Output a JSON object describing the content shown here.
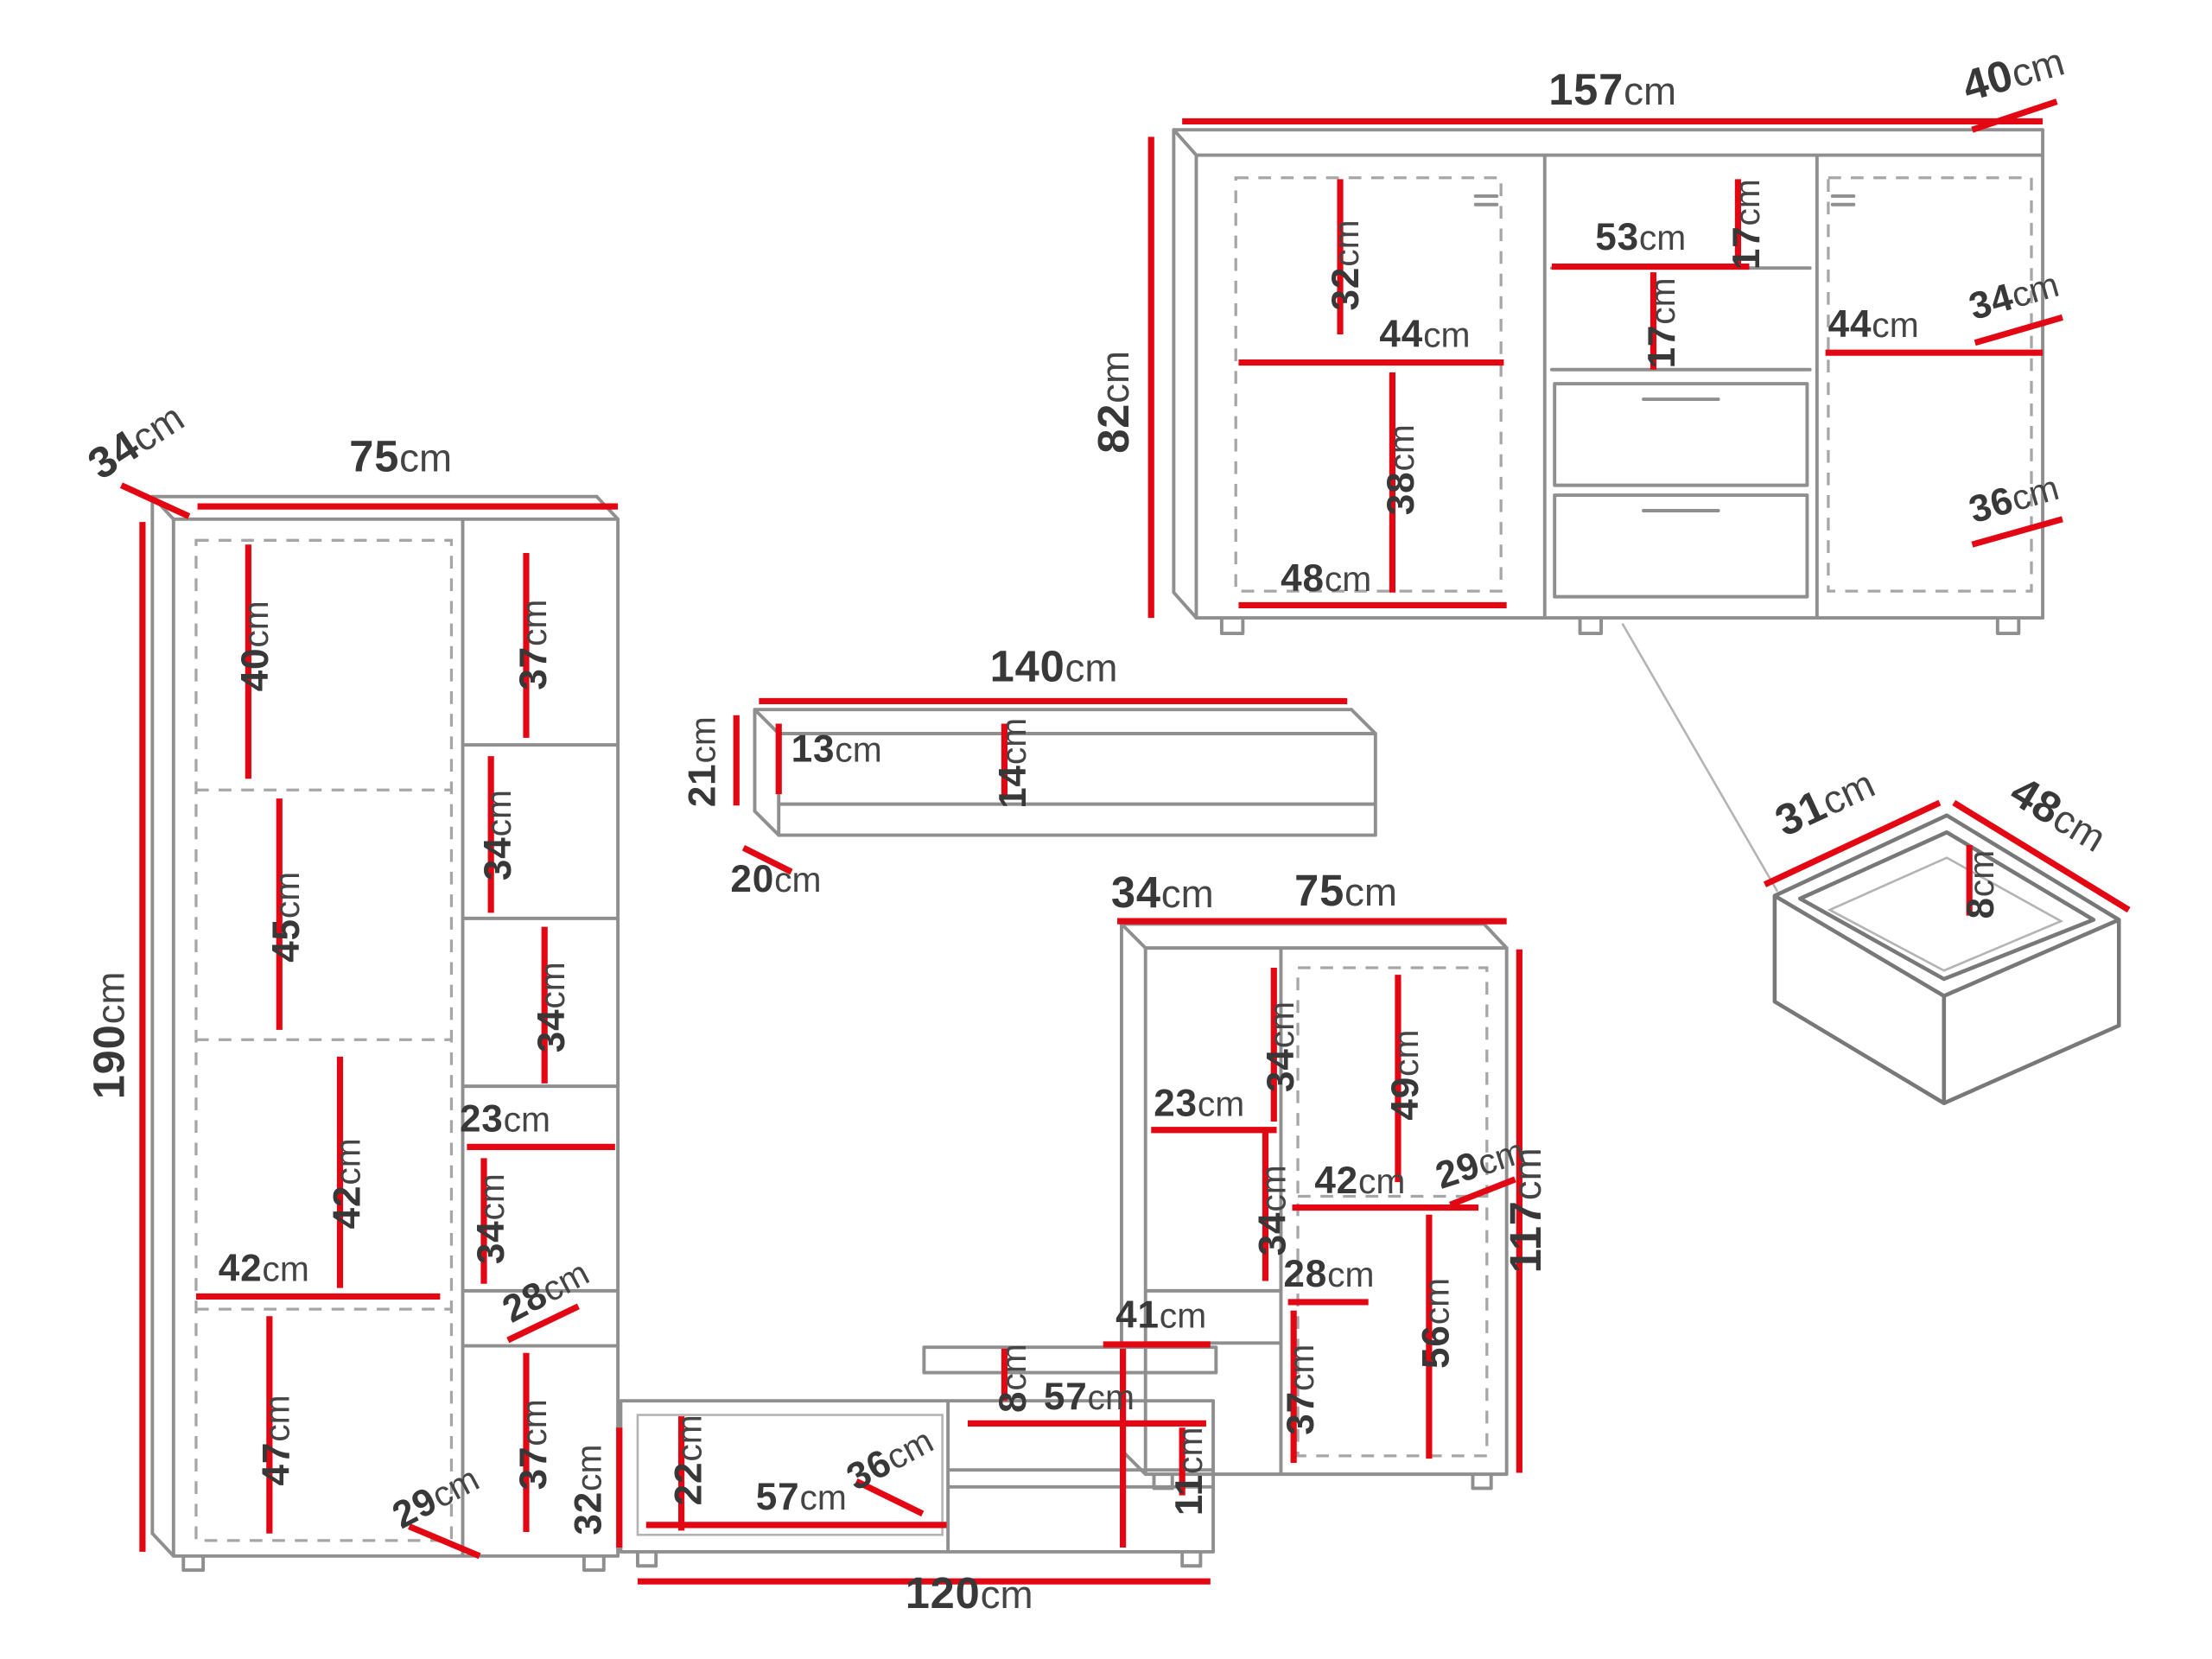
{
  "meta": {
    "unit": "cm",
    "accent_color": "#e30613",
    "outline_color": "#8f8f8f",
    "text_color": "#383838",
    "background_color": "#ffffff"
  },
  "pieces": {
    "sideboard": {
      "width": "157",
      "depth": "40",
      "height": "82",
      "left_section_top": "32",
      "left_shelf_width": "44",
      "left_section_bottom": "38",
      "bottom_inner_width": "48",
      "middle_shelf_width": "53",
      "middle_gap_upper": "17",
      "middle_gap_lower": "17",
      "right_shelf_width": "44",
      "right_inner_depth": "34",
      "right_bottom_depth": "36"
    },
    "tall_cabinet": {
      "depth": "34",
      "width": "75",
      "height": "190",
      "left_shelf_1": "40",
      "left_shelf_2": "45",
      "left_shelf_3": "42",
      "left_inner_width": "42",
      "left_shelf_4": "47",
      "right_shelf_1": "37",
      "right_shelf_2": "34",
      "right_shelf_3": "34",
      "right_inner_width": "23",
      "right_shelf_4": "34",
      "right_shelf_5": "28",
      "right_shelf_6": "37",
      "base_depth": "29"
    },
    "wall_shelf": {
      "width": "140",
      "end_height": "21",
      "end_width": "13",
      "back_height": "14",
      "depth": "20"
    },
    "right_cabinet": {
      "depth": "34",
      "width": "75",
      "height": "117",
      "inner_width": "23",
      "left_shelf_1": "34",
      "door_shelf_1": "49",
      "door_inner_width": "42",
      "door_depth": "29",
      "left_shelf_2": "34",
      "left_inner_width": "28",
      "door_shelf_2": "56",
      "left_shelf_3": "37"
    },
    "tv_stand": {
      "right_height": "41",
      "shelf_gap": "8",
      "top_inner_width": "57",
      "left_inner_height": "22",
      "inner_depth": "36",
      "bottom_inner_width": "57",
      "niche_height": "11",
      "width": "120",
      "left_height": "32"
    },
    "drawer": {
      "depth": "31",
      "width": "48",
      "height": "8"
    }
  }
}
